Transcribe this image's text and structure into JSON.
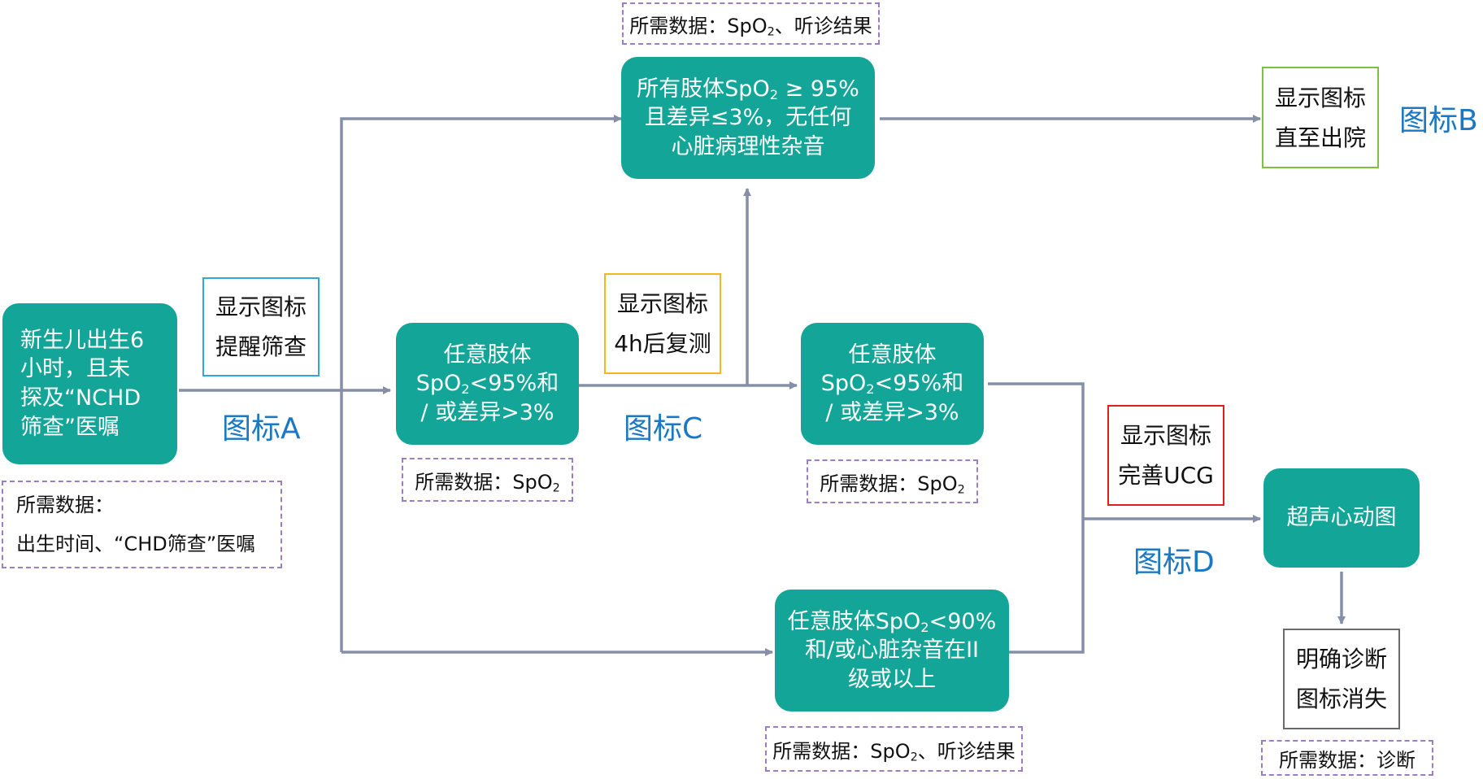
{
  "colors": {
    "node_fill": "#13A597",
    "arrow": "#858FA7",
    "tag_text": "#1B78C4",
    "note_border": "#9B7FC6",
    "hint_a_border": "#2FA8E0",
    "hint_b_border": "#7CC242",
    "hint_c_border": "#F5B51C",
    "hint_d_border": "#E11E1E",
    "hint_final_border": "#6B6B6B"
  },
  "nodes": {
    "start": {
      "line1": "新生儿出生6",
      "line2": "小时，且未",
      "line3": "探及“NCHD",
      "line4": "筛查”医嘱"
    },
    "pass": {
      "line1_pre": "所有肢体SpO",
      "line1_sub": "2",
      "line1_post": " ≥ 95%",
      "line2": "且差异≤3%，无任何",
      "line3": "心脏病理性杂音"
    },
    "check1": {
      "line1": "任意肢体",
      "line2_pre": "SpO",
      "line2_sub": "2",
      "line2_post": "<95%和",
      "line3": "/ 或差异>3%"
    },
    "check2": {
      "line1": "任意肢体",
      "line2_pre": "SpO",
      "line2_sub": "2",
      "line2_post": "<95%和",
      "line3": "/ 或差异>3%"
    },
    "severe": {
      "line1_pre": "任意肢体SpO",
      "line1_sub": "2",
      "line1_post": "<90%",
      "line2": "和/或心脏杂音在II",
      "line3": "级或以上"
    },
    "echo": {
      "line1": "超声心动图"
    }
  },
  "hints": {
    "a": {
      "line1": "显示图标",
      "line2": "提醒筛查"
    },
    "b": {
      "line1": "显示图标",
      "line2": "直至出院"
    },
    "c": {
      "line1": "显示图标",
      "line2": "4h后复测"
    },
    "d": {
      "line1": "显示图标",
      "line2": "完善UCG"
    },
    "final": {
      "line1": "明确诊断",
      "line2": "图标消失"
    }
  },
  "notes": {
    "start": {
      "line1": "所需数据：",
      "line2": "出生时间、“CHD筛查”医嘱"
    },
    "pass": {
      "prefix": "所需数据：SpO",
      "sub": "2",
      "suffix": "、听诊结果"
    },
    "check1": {
      "prefix": "所需数据：SpO",
      "sub": "2",
      "suffix": ""
    },
    "check2": {
      "prefix": "所需数据：SpO",
      "sub": "2",
      "suffix": ""
    },
    "severe": {
      "prefix": "所需数据：SpO",
      "sub": "2",
      "suffix": "、听诊结果"
    },
    "final": {
      "text": "所需数据：诊断"
    }
  },
  "tags": {
    "a": "图标A",
    "b": "图标B",
    "c": "图标C",
    "d": "图标D"
  }
}
